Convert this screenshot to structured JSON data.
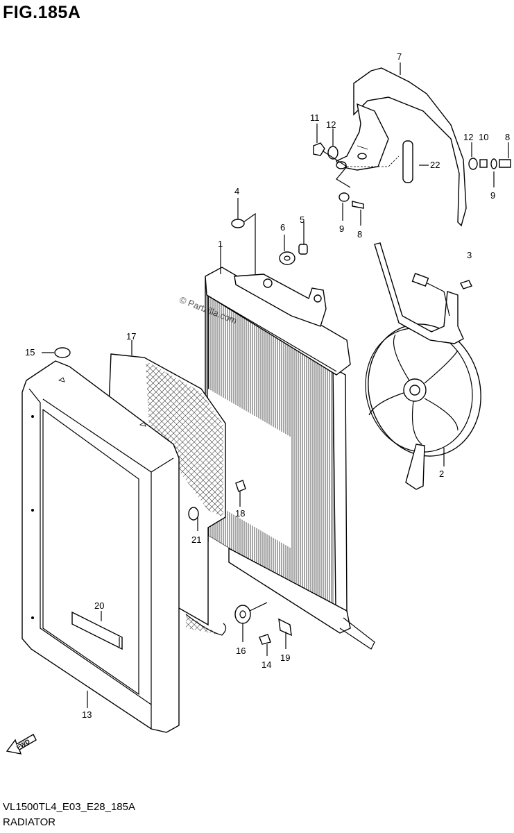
{
  "figure": {
    "title": "FIG.185A",
    "watermark": "© Partzilla.com",
    "code": "VL1500TL4_E03_E28_185A",
    "name": "RADIATOR",
    "direction_label": "FWD"
  },
  "callouts": [
    {
      "id": "c1",
      "label": "1"
    },
    {
      "id": "c2",
      "label": "2"
    },
    {
      "id": "c3",
      "label": "3"
    },
    {
      "id": "c4",
      "label": "4"
    },
    {
      "id": "c5",
      "label": "5"
    },
    {
      "id": "c6",
      "label": "6"
    },
    {
      "id": "c7",
      "label": "7"
    },
    {
      "id": "c8a",
      "label": "8"
    },
    {
      "id": "c8b",
      "label": "8"
    },
    {
      "id": "c9a",
      "label": "9"
    },
    {
      "id": "c9b",
      "label": "9"
    },
    {
      "id": "c10",
      "label": "10"
    },
    {
      "id": "c11",
      "label": "11"
    },
    {
      "id": "c12a",
      "label": "12"
    },
    {
      "id": "c12b",
      "label": "12"
    },
    {
      "id": "c13",
      "label": "13"
    },
    {
      "id": "c14",
      "label": "14"
    },
    {
      "id": "c15",
      "label": "15"
    },
    {
      "id": "c16",
      "label": "16"
    },
    {
      "id": "c17",
      "label": "17"
    },
    {
      "id": "c18",
      "label": "18"
    },
    {
      "id": "c19",
      "label": "19"
    },
    {
      "id": "c20",
      "label": "20"
    },
    {
      "id": "c21",
      "label": "21"
    },
    {
      "id": "c22",
      "label": "22"
    }
  ]
}
